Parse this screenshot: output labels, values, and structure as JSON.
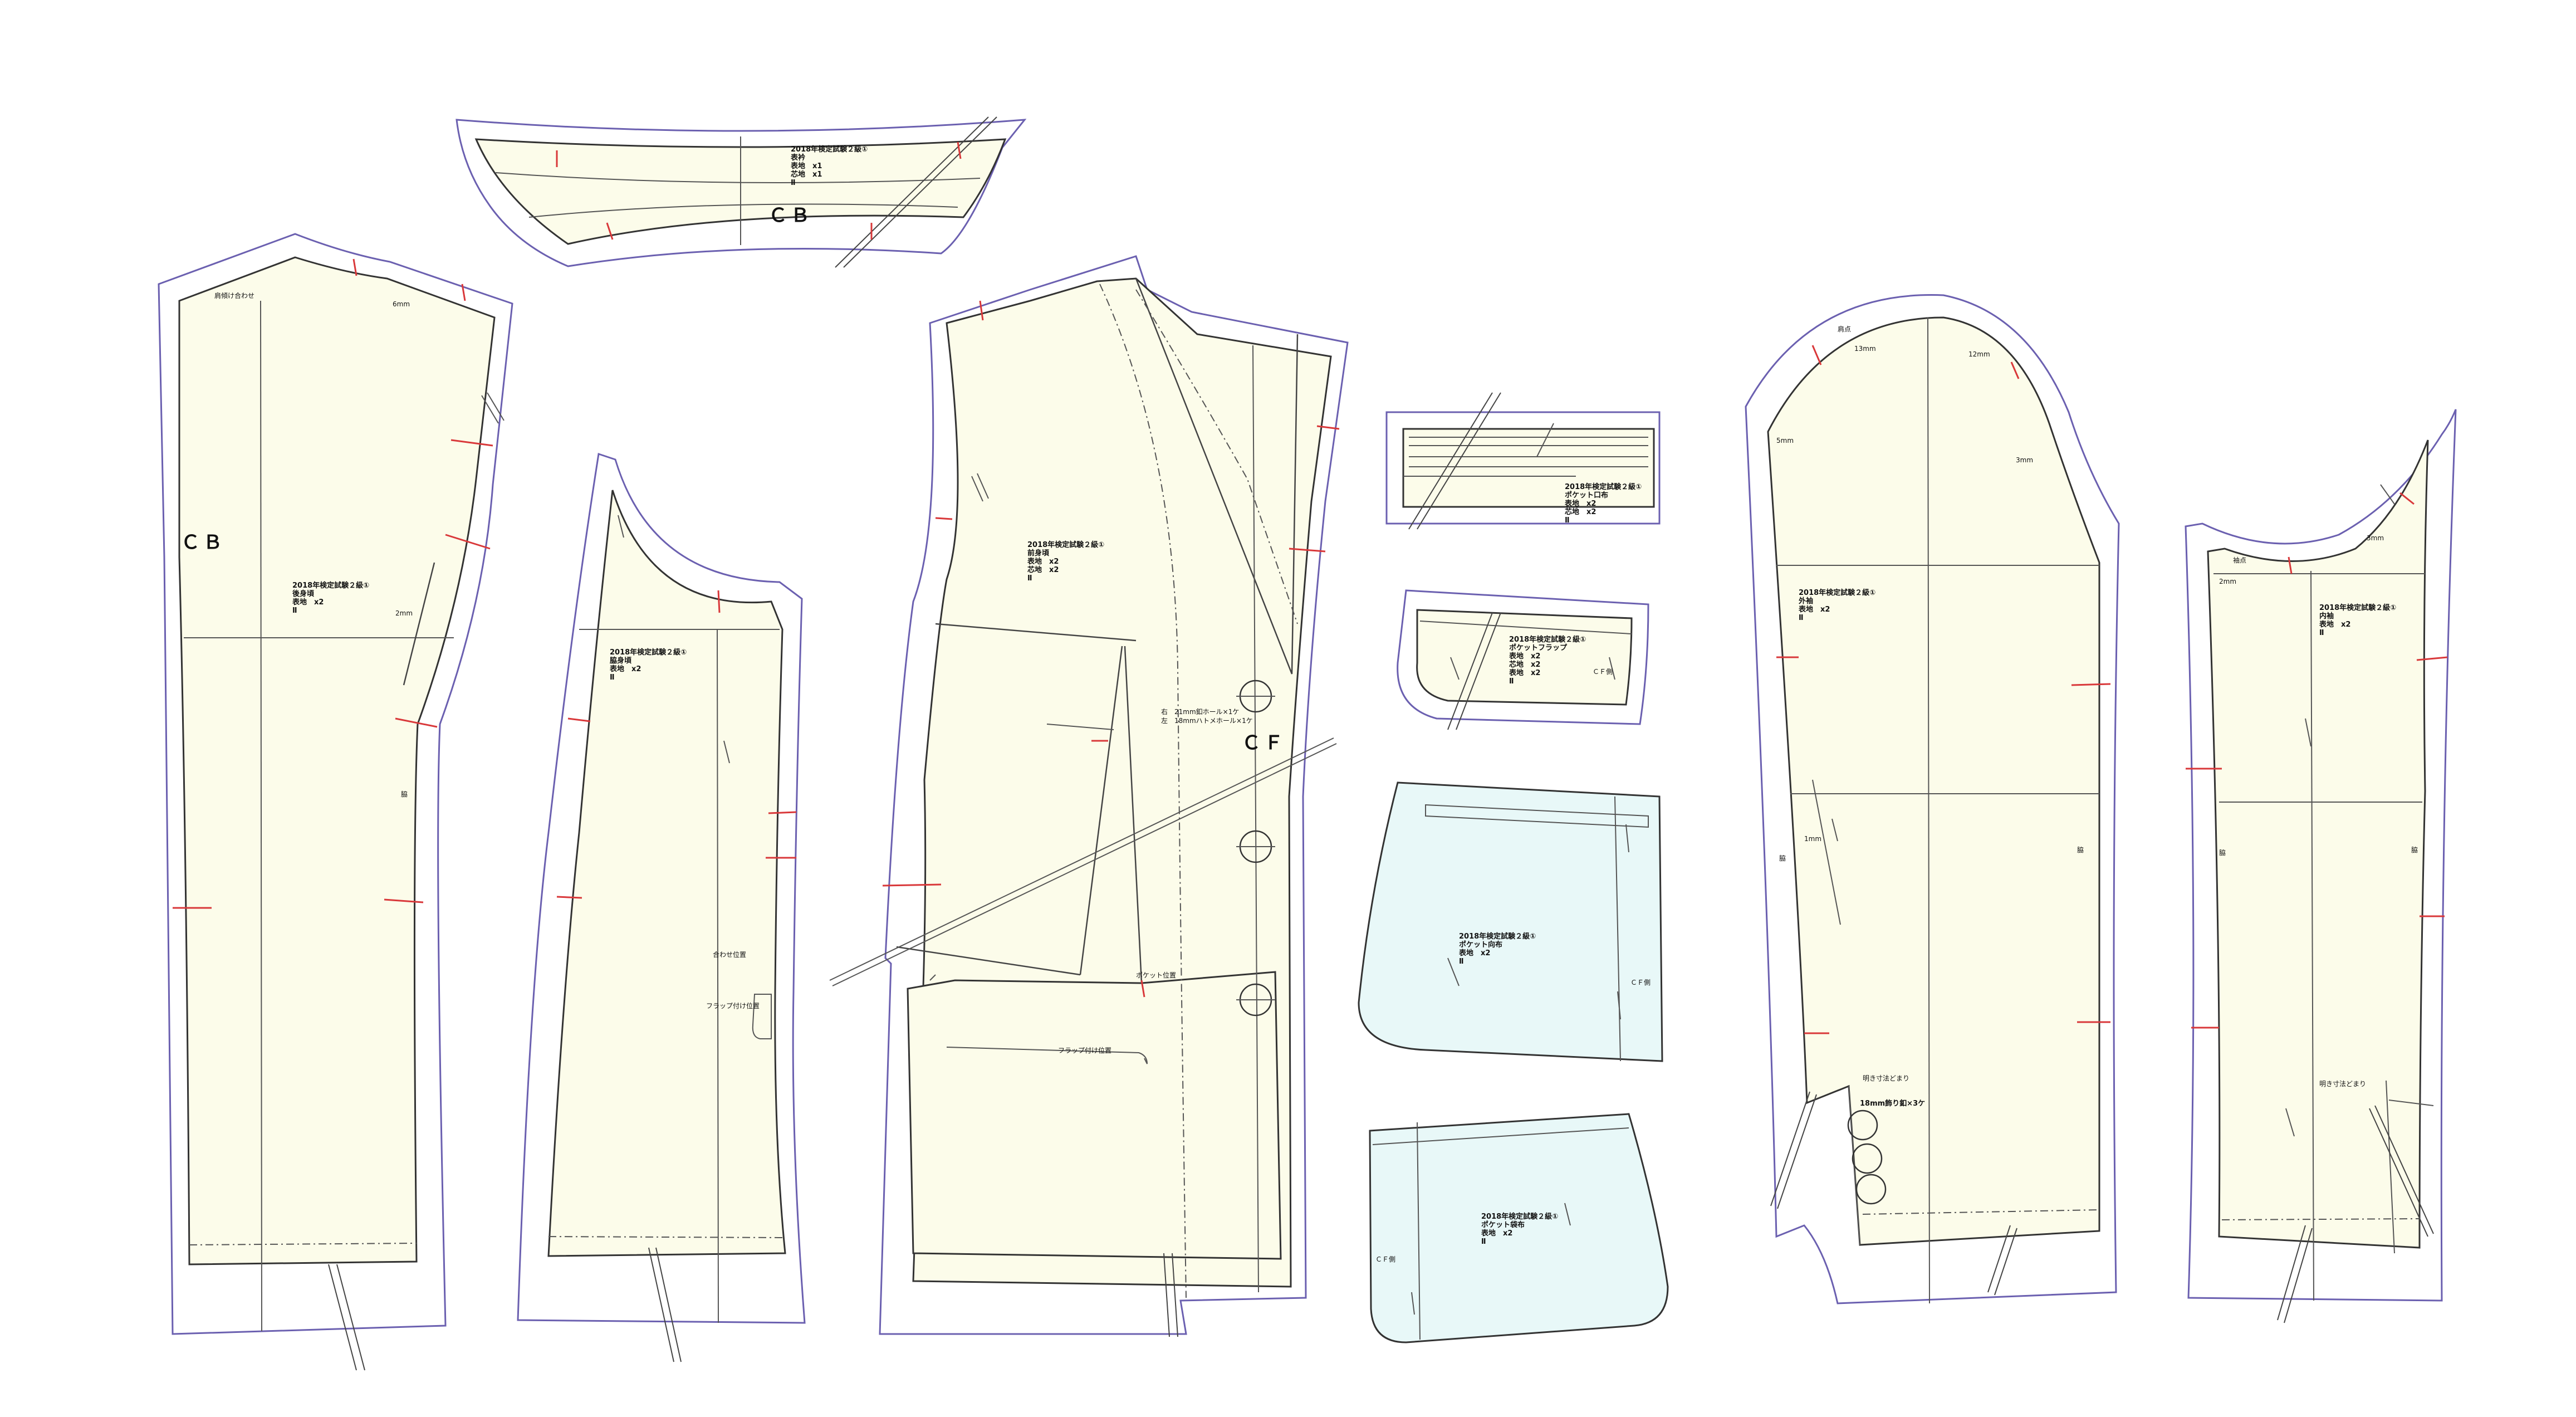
{
  "colors": {
    "seam_allowance": "#6b60b0",
    "piece_fill": "#fcfcea",
    "pocket_fill": "#e8f8f8",
    "notch": "#d9383a",
    "line": "#333333"
  },
  "pieces": {
    "collar": {
      "lines": [
        "2018年検定試験２級①",
        "表衿",
        "表地　x1",
        "芯地　x1",
        "Ⅱ"
      ],
      "mark": "ＣＢ"
    },
    "back": {
      "lines": [
        "2018年検定試験２級①",
        "後身頃",
        "表地　x2",
        "Ⅱ"
      ],
      "mark": "ＣＢ",
      "marks": [
        "肩傾け合わせ",
        "6mm",
        "2mm",
        "脇"
      ]
    },
    "side_back": {
      "lines": [
        "2018年検定試験２級①",
        "脇身頃",
        "表地　x2",
        "Ⅱ"
      ],
      "notes": [
        "フラップ付け位置",
        "合わせ位置"
      ]
    },
    "front": {
      "lines": [
        "2018年検定試験２級①",
        "前身頃",
        "表地　x2",
        "芯地　x2",
        "Ⅱ"
      ],
      "mark": "ＣＦ",
      "notes": [
        "右　21mm釦ホール×1ケ",
        "左　18mmハトメホール×1ケ",
        "フラップ付け位置",
        "ポケット位置"
      ]
    },
    "welt": {
      "lines": [
        "2018年検定試験２級①",
        "ポケット口布",
        "表地　x2",
        "芯地　x2",
        "Ⅱ"
      ]
    },
    "flap": {
      "lines": [
        "2018年検定試験２級①",
        "ポケットフラップ",
        "表地　x2",
        "芯地　x2",
        "表地　x2",
        "Ⅱ"
      ],
      "mark": "ＣＦ側"
    },
    "pocket_back": {
      "lines": [
        "2018年検定試験２級①",
        "ポケット向布",
        "表地　x2",
        "Ⅱ"
      ],
      "mark": "ＣＦ側"
    },
    "pocket_bag": {
      "lines": [
        "2018年検定試験２級①",
        "ポケット袋布",
        "表地　x2",
        "Ⅱ"
      ],
      "mark": "ＣＦ側"
    },
    "top_sleeve": {
      "lines": [
        "2018年検定試験２級①",
        "外袖",
        "表地　x2",
        "Ⅱ"
      ],
      "marks": [
        "肩点",
        "13mm",
        "12mm",
        "5mm",
        "3mm",
        "1mm",
        "脇",
        "脇"
      ],
      "notes": [
        "明き寸法どまり",
        "18mm飾り釦×3ケ"
      ]
    },
    "under_sleeve": {
      "lines": [
        "2018年検定試験２級①",
        "内袖",
        "表地　x2",
        "Ⅱ"
      ],
      "marks": [
        "袖点",
        "2mm",
        "3mm",
        "脇",
        "脇"
      ],
      "notes": [
        "明き寸法どまり"
      ]
    }
  }
}
